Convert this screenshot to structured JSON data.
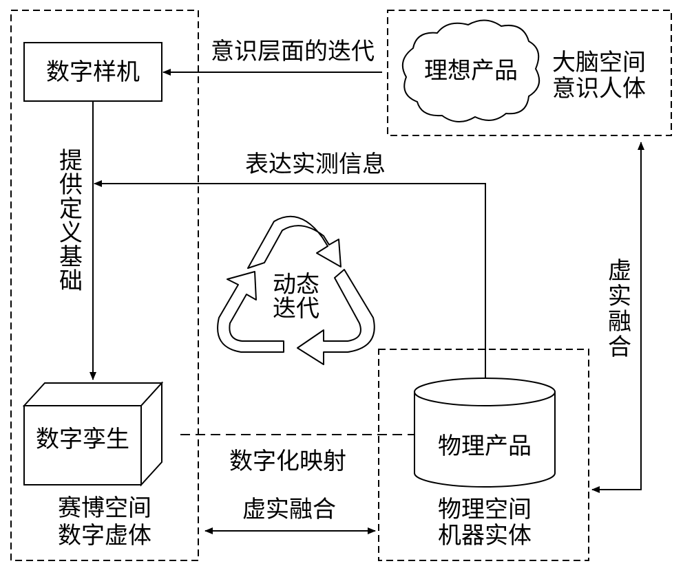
{
  "diagram": {
    "nodes": {
      "digital_prototype": "数字样机",
      "ideal_product": "理想产品",
      "digital_twin": "数字孪生",
      "physical_product": "物理产品"
    },
    "regions": {
      "brain_space": [
        "大脑空间",
        "意识人体"
      ],
      "cyber_space": [
        "赛博空间",
        "数字虚体"
      ],
      "physical_space": [
        "物理空间",
        "机器实体"
      ]
    },
    "edges": {
      "consciousness_iteration": "意识层面的迭代",
      "measured_info": "表达实测信息",
      "definition_basis": "提供定义基础",
      "digital_mapping": "数字化映射",
      "virtual_real_fusion_bottom": "虚实融合",
      "virtual_real_fusion_right": "虚实融合"
    },
    "center": [
      "动态",
      "迭代"
    ]
  }
}
